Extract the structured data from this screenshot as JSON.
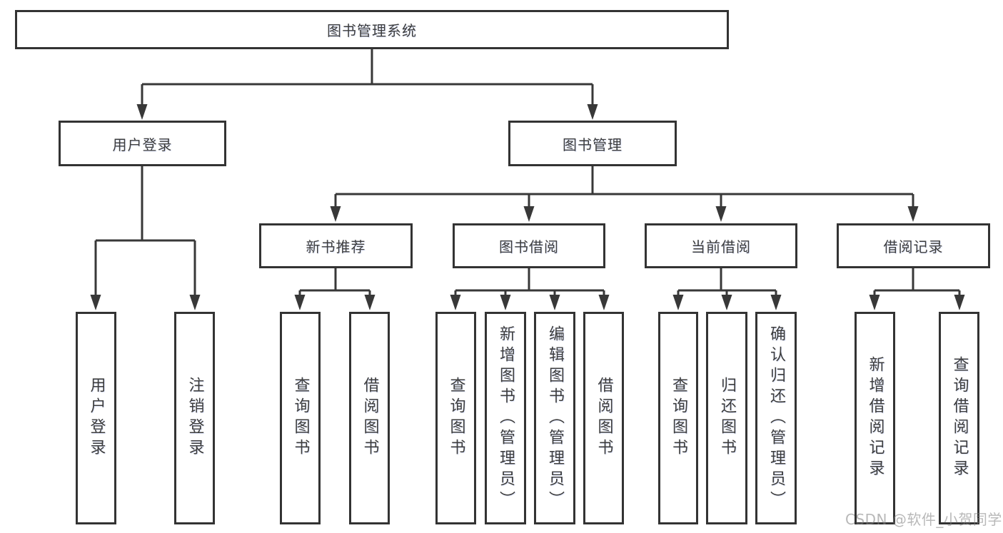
{
  "diagram": {
    "type": "hierarchy",
    "root": {
      "label": "图书管理系统",
      "children": [
        {
          "label": "用户登录",
          "children": [
            {
              "label": "用户登录"
            },
            {
              "label": "注销登录"
            }
          ]
        },
        {
          "label": "图书管理",
          "children": [
            {
              "label": "新书推荐",
              "children": [
                {
                  "label": "查询图书"
                },
                {
                  "label": "借阅图书"
                }
              ]
            },
            {
              "label": "图书借阅",
              "children": [
                {
                  "label": "查询图书"
                },
                {
                  "label": "新增图书（管理员）"
                },
                {
                  "label": "编辑图书（管理员）"
                },
                {
                  "label": "借阅图书"
                }
              ]
            },
            {
              "label": "当前借阅",
              "children": [
                {
                  "label": "查询图书"
                },
                {
                  "label": "归还图书"
                },
                {
                  "label": "确认归还（管理员）"
                }
              ]
            },
            {
              "label": "借阅记录",
              "children": [
                {
                  "label": "新增借阅记录"
                },
                {
                  "label": "查询借阅记录"
                }
              ]
            }
          ]
        }
      ]
    }
  },
  "watermark": {
    "text": "CSDN @软件_小贺同学"
  },
  "colors": {
    "line": "#383838",
    "box_border": "#333333",
    "text": "#3d3d3d",
    "watermark": "#7d7d7d",
    "background": "#ffffff"
  }
}
